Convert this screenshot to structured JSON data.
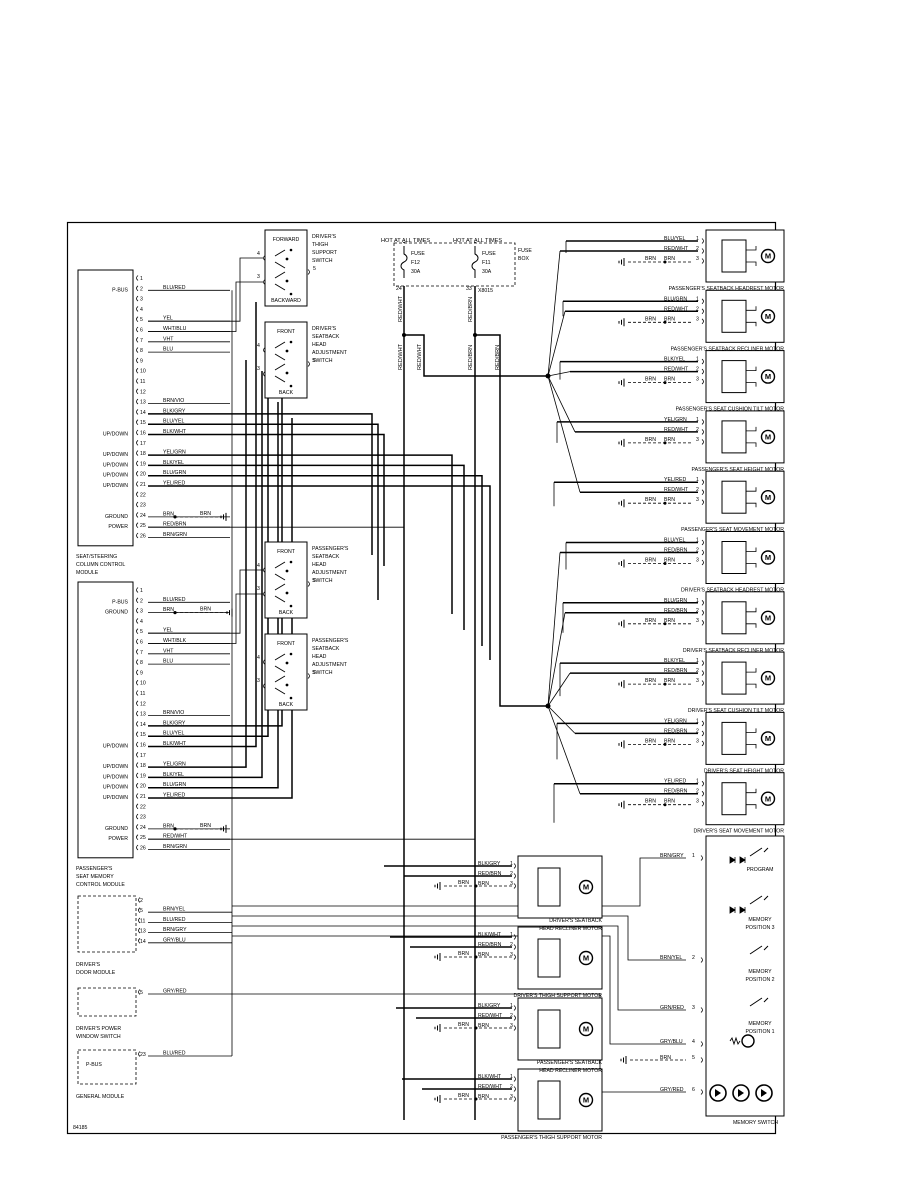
{
  "diagram_id": "84185",
  "fuse_box": {
    "hot1": "HOT AT ALL TIMES",
    "hot2": "HOT AT ALL TIMES",
    "fuse1": [
      "FUSE",
      "F12",
      "30A"
    ],
    "fuse2": [
      "FUSE",
      "F11",
      "30A"
    ],
    "box_label": [
      "FUSE",
      "BOX"
    ],
    "conn_id": "X8015",
    "pin_a": "24",
    "pin_b": "33",
    "wire_a": "RED/WHT",
    "wire_b": "RED/BRN"
  },
  "modules": {
    "seat_column": {
      "name_lines": [
        "SEAT/STEERING",
        "COLUMN CONTROL",
        "MODULE"
      ],
      "side_labels": [
        {
          "text": "P-BUS",
          "pin": 2
        },
        {
          "text": "UP/DOWN",
          "pin": 16
        },
        {
          "text": "UP/DOWN",
          "pin": 18
        },
        {
          "text": "UP/DOWN",
          "pin": 19
        },
        {
          "text": "UP/DOWN",
          "pin": 20
        },
        {
          "text": "UP/DOWN",
          "pin": 21
        },
        {
          "text": "GROUND",
          "pin": 24
        },
        {
          "text": "POWER",
          "pin": 25
        }
      ],
      "pins": [
        {
          "n": "1",
          "wire": ""
        },
        {
          "n": "2",
          "wire": "BLU/RED"
        },
        {
          "n": "3",
          "wire": ""
        },
        {
          "n": "4",
          "wire": ""
        },
        {
          "n": "5",
          "wire": "YEL"
        },
        {
          "n": "6",
          "wire": "WHT/BLU"
        },
        {
          "n": "7",
          "wire": "VHT"
        },
        {
          "n": "8",
          "wire": "BLU"
        },
        {
          "n": "9",
          "wire": ""
        },
        {
          "n": "10",
          "wire": ""
        },
        {
          "n": "11",
          "wire": ""
        },
        {
          "n": "12",
          "wire": ""
        },
        {
          "n": "13",
          "wire": "BRN/VIO"
        },
        {
          "n": "14",
          "wire": "BLK/GRY"
        },
        {
          "n": "15",
          "wire": "BLU/YEL"
        },
        {
          "n": "16",
          "wire": "BLK/WHT"
        },
        {
          "n": "17",
          "wire": ""
        },
        {
          "n": "18",
          "wire": "YEL/GRN"
        },
        {
          "n": "19",
          "wire": "BLK/YEL"
        },
        {
          "n": "20",
          "wire": "BLU/GRN"
        },
        {
          "n": "21",
          "wire": "YEL/RED"
        },
        {
          "n": "22",
          "wire": ""
        },
        {
          "n": "23",
          "wire": ""
        },
        {
          "n": "24",
          "wire": "BRN"
        },
        {
          "n": "25",
          "wire": "RED/BRN"
        },
        {
          "n": "26",
          "wire": "BRN/GRN"
        }
      ],
      "gnd_wire": "BRN"
    },
    "pass_memory": {
      "name_lines": [
        "PASSENGER'S",
        "SEAT MEMORY",
        "CONTROL MODULE"
      ],
      "side_labels": [
        {
          "text": "P-BUS",
          "pin": 2
        },
        {
          "text": "GROUND",
          "pin": 3
        },
        {
          "text": "UP/DOWN",
          "pin": 16
        },
        {
          "text": "UP/DOWN",
          "pin": 18
        },
        {
          "text": "UP/DOWN",
          "pin": 19
        },
        {
          "text": "UP/DOWN",
          "pin": 20
        },
        {
          "text": "UP/DOWN",
          "pin": 21
        },
        {
          "text": "GROUND",
          "pin": 24
        },
        {
          "text": "POWER",
          "pin": 25
        }
      ],
      "pins": [
        {
          "n": "1",
          "wire": ""
        },
        {
          "n": "2",
          "wire": "BLU/RED"
        },
        {
          "n": "3",
          "wire": "BRN"
        },
        {
          "n": "4",
          "wire": ""
        },
        {
          "n": "5",
          "wire": "YEL"
        },
        {
          "n": "6",
          "wire": "WHT/BLK"
        },
        {
          "n": "7",
          "wire": "VHT"
        },
        {
          "n": "8",
          "wire": "BLU"
        },
        {
          "n": "9",
          "wire": ""
        },
        {
          "n": "10",
          "wire": ""
        },
        {
          "n": "11",
          "wire": ""
        },
        {
          "n": "12",
          "wire": ""
        },
        {
          "n": "13",
          "wire": "BRN/VIO"
        },
        {
          "n": "14",
          "wire": "BLK/GRY"
        },
        {
          "n": "15",
          "wire": "BLU/YEL"
        },
        {
          "n": "16",
          "wire": "BLK/WHT"
        },
        {
          "n": "17",
          "wire": ""
        },
        {
          "n": "18",
          "wire": "YEL/GRN"
        },
        {
          "n": "19",
          "wire": "BLK/YEL"
        },
        {
          "n": "20",
          "wire": "BLU/GRN"
        },
        {
          "n": "21",
          "wire": "YEL/RED"
        },
        {
          "n": "22",
          "wire": ""
        },
        {
          "n": "23",
          "wire": ""
        },
        {
          "n": "24",
          "wire": "BRN"
        },
        {
          "n": "25",
          "wire": "RED/WHT"
        },
        {
          "n": "26",
          "wire": "BRN/GRN"
        }
      ],
      "gnd_wire": "BRN",
      "p3_gnd_wire": "BRN"
    },
    "door": {
      "name_lines": [
        "DRIVER'S",
        "DOOR MODULE"
      ],
      "pins": [
        {
          "n": "2",
          "wire": ""
        },
        {
          "n": "5",
          "wire": "BRN/YEL"
        },
        {
          "n": "11",
          "wire": "BLU/RED"
        },
        {
          "n": "13",
          "wire": "BRN/GRY"
        },
        {
          "n": "14",
          "wire": "GRY/BLU"
        }
      ]
    },
    "window": {
      "name_lines": [
        "DRIVER'S POWER",
        "WINDOW SWITCH"
      ],
      "pins": [
        {
          "n": "5",
          "wire": "GRY/RED"
        }
      ]
    },
    "general": {
      "name_lines": [
        "GENERAL MODULE"
      ],
      "inner": "P-BUS",
      "pins": [
        {
          "n": "23",
          "wire": "BLU/RED"
        }
      ]
    }
  },
  "switches": [
    {
      "top": "FORWARD",
      "bottom": "BACKWARD",
      "name": [
        "DRIVER'S",
        "THIGH",
        "SUPPORT",
        "SWITCH"
      ],
      "pins": [
        "4",
        "3",
        "5"
      ]
    },
    {
      "top": "FRONT",
      "bottom": "BACK",
      "name": [
        "DRIVER'S",
        "SEATBACK",
        "HEAD",
        "ADJUSTMENT",
        "SWITCH"
      ],
      "pins": [
        "4",
        "3",
        "5"
      ]
    },
    {
      "top": "FRONT",
      "bottom": "BACK",
      "name": [
        "PASSENGER'S",
        "SEATBACK",
        "HEAD",
        "ADJUSTMENT",
        "SWITCH"
      ],
      "pins": [
        "4",
        "3",
        "5"
      ]
    },
    {
      "top": "FRONT",
      "bottom": "BACK",
      "name": [
        "PASSENGER'S",
        "SEATBACK",
        "HEAD",
        "ADJUSTMENT",
        "SWITCH"
      ],
      "pins": [
        "4",
        "3",
        "5"
      ]
    }
  ],
  "right_motors": [
    {
      "name": "PASSENGER'S SEATBACK HEADREST MOTOR",
      "wires": [
        "BLU/YEL",
        "RED/WHT",
        "BRN"
      ],
      "gnd": "BRN"
    },
    {
      "name": "PASSENGER'S SEATBACK RECLINER MOTOR",
      "wires": [
        "BLU/GRN",
        "RED/WHT",
        "BRN"
      ],
      "gnd": "BRN"
    },
    {
      "name": "PASSENGER'S SEAT CUSHION TILT MOTOR",
      "wires": [
        "BLK/YEL",
        "RED/WHT",
        "BRN"
      ],
      "gnd": "BRN"
    },
    {
      "name": "PASSENGER'S SEAT HEIGHT MOTOR",
      "wires": [
        "YEL/GRN",
        "RED/WHT",
        "BRN"
      ],
      "gnd": "BRN"
    },
    {
      "name": "PASSENGER'S SEAT MOVEMENT MOTOR",
      "wires": [
        "YEL/RED",
        "RED/WHT",
        "BRN"
      ],
      "gnd": "BRN"
    },
    {
      "name": "DRIVER'S SEATBACK HEADREST MOTOR",
      "wires": [
        "BLU/YEL",
        "RED/BRN",
        "BRN"
      ],
      "gnd": "BRN"
    },
    {
      "name": "DRIVER'S SEATBACK RECLINER MOTOR",
      "wires": [
        "BLU/GRN",
        "RED/BRN",
        "BRN"
      ],
      "gnd": "BRN"
    },
    {
      "name": "DRIVER'S SEAT CUSHION TILT MOTOR",
      "wires": [
        "BLK/YEL",
        "RED/BRN",
        "BRN"
      ],
      "gnd": "BRN"
    },
    {
      "name": "DRIVER'S SEAT HEIGHT MOTOR",
      "wires": [
        "YEL/GRN",
        "RED/BRN",
        "BRN"
      ],
      "gnd": "BRN"
    },
    {
      "name": "DRIVER'S SEAT MOVEMENT MOTOR",
      "wires": [
        "YEL/RED",
        "RED/BRN",
        "BRN"
      ],
      "gnd": "BRN"
    }
  ],
  "center_motors": [
    {
      "name": [
        "DRIVER'S SEATBACK",
        "HEAD RECLINER MOTOR"
      ],
      "wires": [
        "BLK/GRY",
        "RED/BRN",
        "BRN"
      ],
      "gnd": "BRN"
    },
    {
      "name": [
        "DRIVER'S THIGH SUPPORT MOTOR"
      ],
      "wires": [
        "BLK/WHT",
        "RED/BRN",
        "BRN"
      ],
      "gnd": "BRN"
    },
    {
      "name": [
        "PASSENGER'S SEATBACK",
        "HEAD RECLINER MOTOR"
      ],
      "wires": [
        "BLK/GRY",
        "RED/WHT",
        "BRN"
      ],
      "gnd": "BRN"
    },
    {
      "name": [
        "PASSENGER'S THIGH SUPPORT MOTOR"
      ],
      "wires": [
        "BLK/WHT",
        "RED/WHT",
        "BRN"
      ],
      "gnd": "BRN"
    }
  ],
  "memory_switch": {
    "name": "MEMORY SWITCH",
    "labels": [
      "PROGRAM",
      "MEMORY",
      "POSITION 3",
      "MEMORY",
      "POSITION 2",
      "MEMORY",
      "POSITION 1"
    ],
    "pins": [
      {
        "n": "1",
        "wire": "BRN/GRY"
      },
      {
        "n": "2",
        "wire": "BRN/YEL"
      },
      {
        "n": "3",
        "wire": "GRN/RED"
      },
      {
        "n": "4",
        "wire": "GRY/BLU"
      },
      {
        "n": "5",
        "wire": "BRN"
      },
      {
        "n": "6",
        "wire": "GRY/RED"
      }
    ]
  },
  "splice_wires": [
    "RED/WHT",
    "RED/WHT",
    "RED/BRN",
    "RED/BRN"
  ],
  "colors": {
    "ink": "#000000",
    "paper": "#ffffff"
  }
}
